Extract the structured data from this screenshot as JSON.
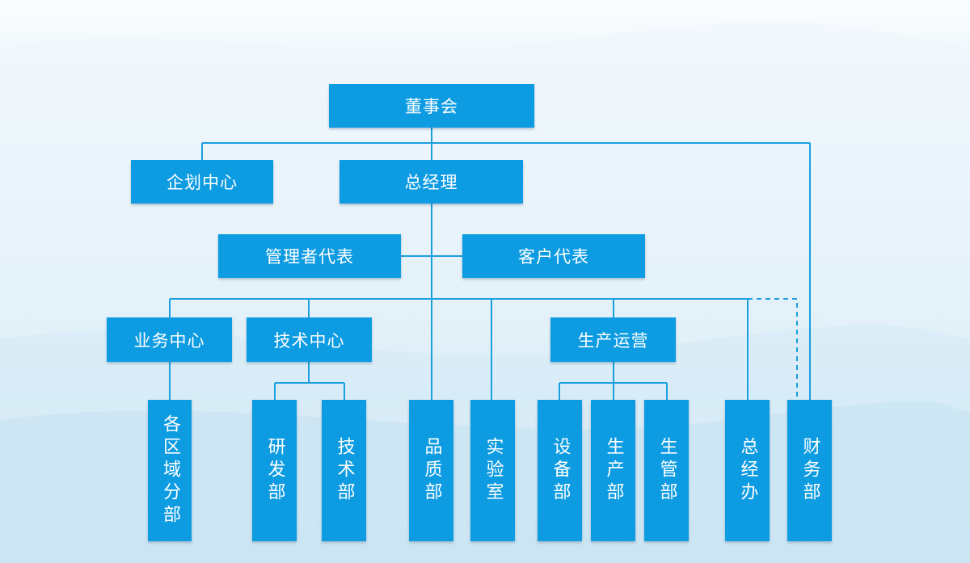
{
  "colors": {
    "box": "#0d9be2",
    "line": "#1a9fdf",
    "text": "#ffffff"
  },
  "org": {
    "board": "董事会",
    "planning": "企划中心",
    "gm": "总经理",
    "mgmt_rep": "管理者代表",
    "cust_rep": "客户代表",
    "business": "业务中心",
    "tech_center": "技术中心",
    "production": "生产运营",
    "regional": "各区域分部",
    "rnd": "研发部",
    "tech_dept": "技术部",
    "quality": "品质部",
    "lab": "实验室",
    "equipment": "设备部",
    "prod_dept": "生产部",
    "prod_mgmt": "生管部",
    "gm_office": "总经办",
    "finance": "财务部"
  }
}
